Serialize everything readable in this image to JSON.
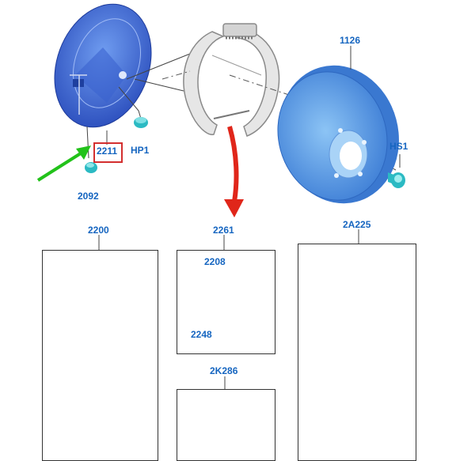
{
  "labels": {
    "backing_plate": "2211",
    "plug": "HP1",
    "grommet": "2092",
    "drum": "1126",
    "bolt": "HS1",
    "shoe_set": "2200",
    "wheel_cylinder_kit": "2261",
    "bleed_screw": "2208",
    "cylinder": "2248",
    "hardware_kit": "2A225",
    "adjuster_kit": "2K286"
  },
  "colors": {
    "label": "#1565c0",
    "part_blue_dark": "#2f55c8",
    "part_blue_light": "#4f8fe0",
    "shoe_blue": "#8fa6ef",
    "clip_cyan": "#3cc6c2",
    "highlight_box": "#d32f2f",
    "green_arrow": "#22c21a",
    "red_arrow": "#e0261a"
  },
  "icons": [
    "green-arrow-icon",
    "red-arrow-icon"
  ]
}
